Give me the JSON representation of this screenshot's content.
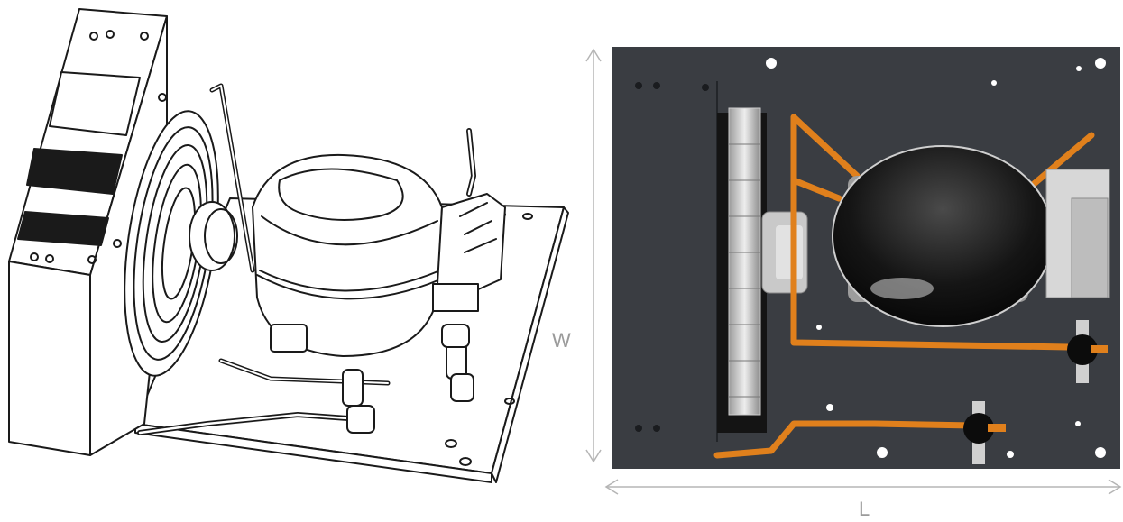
{
  "dimensions": {
    "width_label": "W",
    "length_label": "L"
  },
  "colors": {
    "line_art": "#1a1a1a",
    "base_plate": "#3a3d42",
    "copper_tube": "#e0801c",
    "compressor": "#111111",
    "dimension_line": "#b5b5b5"
  },
  "icons": {
    "left": "condensing-unit-line-drawing",
    "right": "condensing-unit-top-view-render"
  }
}
